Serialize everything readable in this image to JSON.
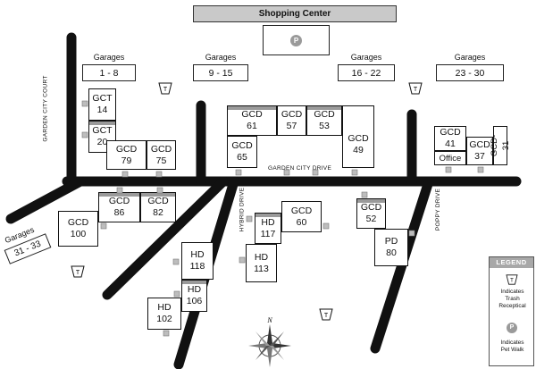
{
  "title": "Shopping Center",
  "parking_symbol": "P",
  "trash_symbol": "T",
  "garages": {
    "g1": {
      "heading": "Garages",
      "range": "1 - 8"
    },
    "g2": {
      "heading": "Garages",
      "range": "9 - 15"
    },
    "g3": {
      "heading": "Garages",
      "range": "16 - 22"
    },
    "g4": {
      "heading": "Garages",
      "range": "23 - 30"
    },
    "g5": {
      "heading": "Garages",
      "range": "31 - 33"
    }
  },
  "roads": {
    "court": "GARDEN CITY COURT",
    "drive": "GARDEN CITY DRIVE",
    "hybrid": "HYBRID DRIVE",
    "poppy": "POPPY DRIVE"
  },
  "buildings": {
    "gct14": {
      "code": "GCT",
      "num": "14"
    },
    "gct20": {
      "code": "GCT",
      "num": "20"
    },
    "gcd79": {
      "code": "GCD",
      "num": "79"
    },
    "gcd75": {
      "code": "GCD",
      "num": "75"
    },
    "gcd61": {
      "code": "GCD",
      "num": "61"
    },
    "gcd57": {
      "code": "GCD",
      "num": "57"
    },
    "gcd53": {
      "code": "GCD",
      "num": "53"
    },
    "gcd65": {
      "code": "GCD",
      "num": "65"
    },
    "gcd49": {
      "code": "GCD",
      "num": "49"
    },
    "gcd41": {
      "code": "GCD",
      "num": "41"
    },
    "office": {
      "label": "Office"
    },
    "gcd37": {
      "code": "GCD",
      "num": "37"
    },
    "gcd31": {
      "label": "GCD-31"
    },
    "gcd86": {
      "code": "GCD",
      "num": "86"
    },
    "gcd82": {
      "code": "GCD",
      "num": "82"
    },
    "gcd100": {
      "code": "GCD",
      "num": "100"
    },
    "hd117": {
      "code": "HD",
      "num": "117"
    },
    "gcd60": {
      "code": "GCD",
      "num": "60"
    },
    "hd113": {
      "code": "HD",
      "num": "113"
    },
    "hd118": {
      "code": "HD",
      "num": "118"
    },
    "hd106": {
      "code": "HD",
      "num": "106"
    },
    "hd102": {
      "code": "HD",
      "num": "102"
    },
    "gcd52": {
      "code": "GCD",
      "num": "52"
    },
    "pd80": {
      "code": "PD",
      "num": "80"
    }
  },
  "compass": {
    "north": "N"
  },
  "legend": {
    "title": "LEGEND",
    "trash_text_1": "Indicates",
    "trash_text_2": "Trash",
    "trash_text_3": "Receptical",
    "pet_text_1": "Indicates",
    "pet_text_2": "Pet Walk"
  },
  "colors": {
    "road": "#111111",
    "stripe": "#9a9a9a",
    "header": "#c9c9c9",
    "legend_title": "#a8a8a8"
  }
}
